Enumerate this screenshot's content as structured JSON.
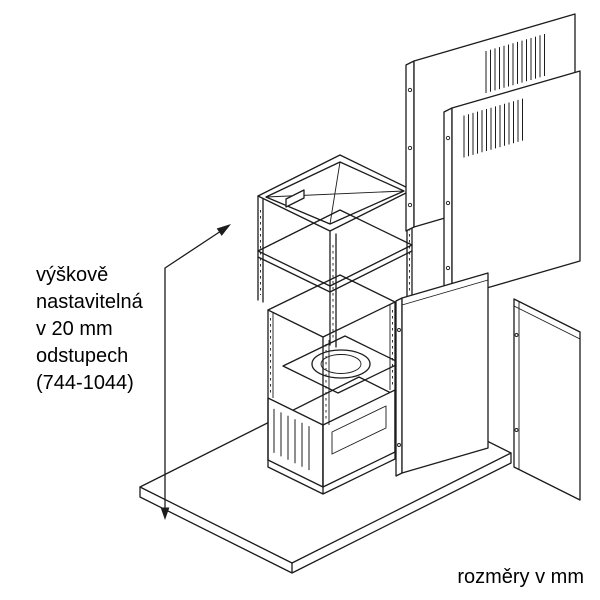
{
  "diagram": {
    "height_annotation": {
      "lines": [
        "výškově",
        "nastavitelná",
        "v 20 mm",
        "odstupech",
        "(744-1044)"
      ]
    },
    "footer_label": "rozměry v mm",
    "colors": {
      "line": "#1c1c1c",
      "background": "#ffffff"
    }
  }
}
